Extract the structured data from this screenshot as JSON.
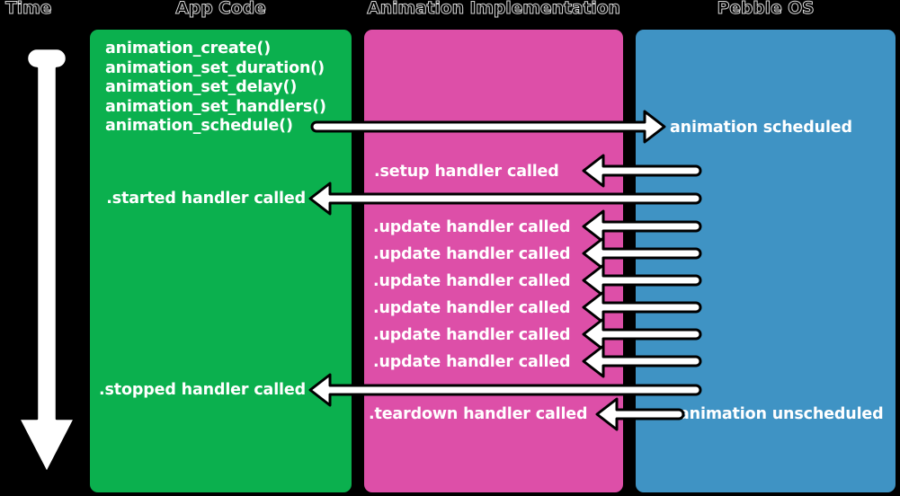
{
  "diagram": {
    "title_time": "Time",
    "background": "#000000",
    "colors": {
      "app_code": "#0bb04e",
      "animation_implementation": "#dd4fa8",
      "pebble_os": "#3f93c4",
      "arrow_fill": "#ffffff",
      "arrow_stroke": "#000000",
      "header_text": "#d8d8d8",
      "lane_text": "#ffffff"
    },
    "columns": [
      {
        "id": "time",
        "label": "Time"
      },
      {
        "id": "app",
        "label": "App Code"
      },
      {
        "id": "impl",
        "label": "Animation Implementation"
      },
      {
        "id": "os",
        "label": "Pebble OS"
      }
    ],
    "app_code_calls": "animation_create()\nanimation_set_duration()\nanimation_set_delay()\nanimation_set_handlers()\nanimation_schedule()",
    "events": [
      {
        "id": "animation-scheduled",
        "lane": "os",
        "label": "animation scheduled",
        "direction": "right"
      },
      {
        "id": "setup-handler",
        "lane": "impl",
        "label": ".setup handler called",
        "direction": "left"
      },
      {
        "id": "started-handler",
        "lane": "app",
        "label": ".started handler called",
        "direction": "left"
      },
      {
        "id": "update-handler-1",
        "lane": "impl",
        "label": ".update handler called",
        "direction": "left"
      },
      {
        "id": "update-handler-2",
        "lane": "impl",
        "label": ".update handler called",
        "direction": "left"
      },
      {
        "id": "update-handler-3",
        "lane": "impl",
        "label": ".update handler called",
        "direction": "left"
      },
      {
        "id": "update-handler-4",
        "lane": "impl",
        "label": ".update handler called",
        "direction": "left"
      },
      {
        "id": "update-handler-5",
        "lane": "impl",
        "label": ".update handler called",
        "direction": "left"
      },
      {
        "id": "update-handler-6",
        "lane": "impl",
        "label": ".update handler called",
        "direction": "left"
      },
      {
        "id": "stopped-handler",
        "lane": "app",
        "label": ".stopped handler called",
        "direction": "left"
      },
      {
        "id": "teardown-handler",
        "lane": "impl",
        "label": ".teardown handler called",
        "direction": "left"
      },
      {
        "id": "animation-unscheduled",
        "lane": "os",
        "label": "animation unscheduled",
        "direction": "none"
      }
    ]
  }
}
